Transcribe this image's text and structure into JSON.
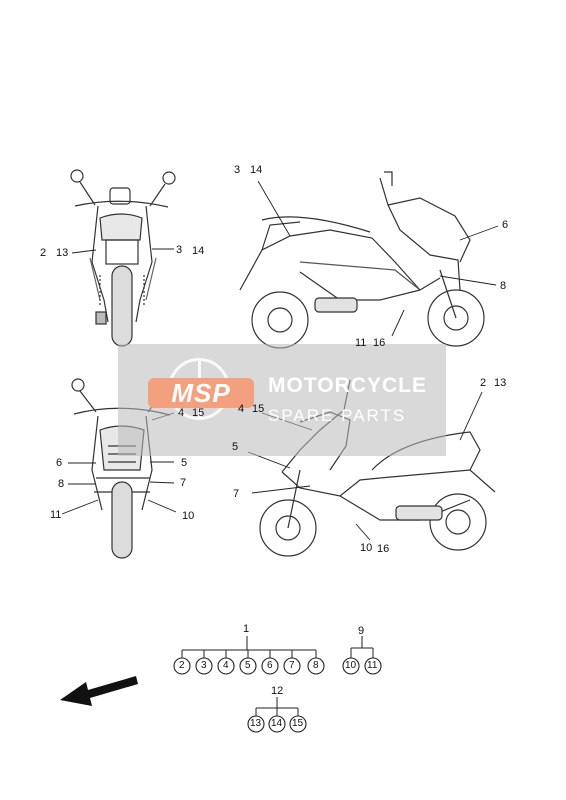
{
  "callouts": {
    "front_upper": {
      "left_a": "2",
      "left_b": "13",
      "right_a": "3",
      "right_b": "14"
    },
    "side_upper": {
      "top_a": "3",
      "top_b": "14",
      "right_top": "6",
      "right_mid": "8",
      "bottom_a": "11",
      "bottom_b": "16"
    },
    "front_lower": {
      "r1a": "4",
      "r1b": "15",
      "l2": "6",
      "r2": "5",
      "l3": "8",
      "r3": "7",
      "l4": "11",
      "r4": "10"
    },
    "side_lower": {
      "top_right_a": "2",
      "top_right_b": "13",
      "top_left_a": "4",
      "top_left_b": "15",
      "left_mid": "5",
      "left_low": "7",
      "bottom_a": "10",
      "bottom_b": "16"
    }
  },
  "legend": {
    "group1": {
      "label": "1",
      "items": [
        "2",
        "3",
        "4",
        "5",
        "6",
        "7",
        "8"
      ]
    },
    "group9": {
      "label": "9",
      "items": [
        "10",
        "11"
      ]
    },
    "group12": {
      "label": "12",
      "items": [
        "13",
        "14",
        "15"
      ]
    }
  },
  "watermark": {
    "badge": "MSP",
    "title": "MOTORCYCLE",
    "subtitle": "SPARE PARTS"
  }
}
